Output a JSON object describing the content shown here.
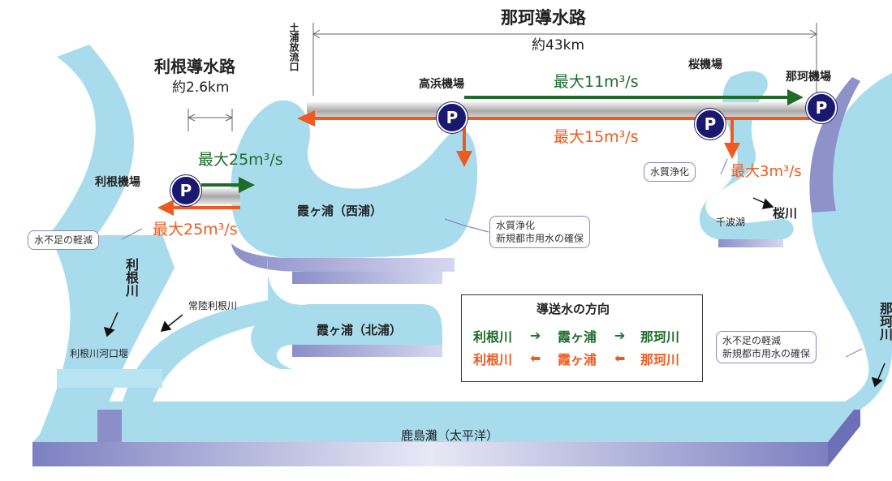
{
  "canals": {
    "naka_title": "那珂導水路",
    "naka_length": "約43km",
    "tone_title": "利根導水路",
    "tone_length": "約2.6km"
  },
  "outfall": "土浦放流口",
  "pumps": {
    "takahama": "高浜機場",
    "sakura": "桜機場",
    "naka": "那珂機場",
    "tone": "利根機場",
    "symbol": "P"
  },
  "flows": {
    "naka_to_lake": "最大11m³/s",
    "lake_to_naka": "最大15m³/s",
    "tone_out": "最大25m³/s",
    "tone_in": "最大25m³/s",
    "sakura_river": "最大3m³/s"
  },
  "water": {
    "kasumigaura_west": "霞ヶ浦（西浦）",
    "kasumigaura_north": "霞ヶ浦（北浦）",
    "sea": "鹿島灘（太平洋）",
    "tone_river": "利根川",
    "naka_river": "那珂川",
    "sakura_river": "桜川",
    "senba_lake": "千波湖",
    "hitachi_tone": "常陸利根川",
    "tone_weir": "利根川河口堰"
  },
  "callouts": {
    "water_quality_sakura": "水質浄化",
    "lake": [
      "水質浄化",
      "新規都市用水の確保"
    ],
    "tone": "水不足の軽減",
    "naka": [
      "水不足の軽減",
      "新規都市用水の確保"
    ]
  },
  "legend": {
    "title": "導送水の方向",
    "row1": [
      "利根川",
      "霞ヶ浦",
      "那珂川"
    ],
    "row2": [
      "利根川",
      "霞ヶ浦",
      "那珂川"
    ]
  },
  "colors": {
    "water": "#a8dcec",
    "water_edge": "#6aa6c4",
    "shadow": "#8f92c8",
    "green_arrow": "#1e6b2a",
    "orange_arrow": "#f05a1e",
    "pump": "#1b1870"
  }
}
